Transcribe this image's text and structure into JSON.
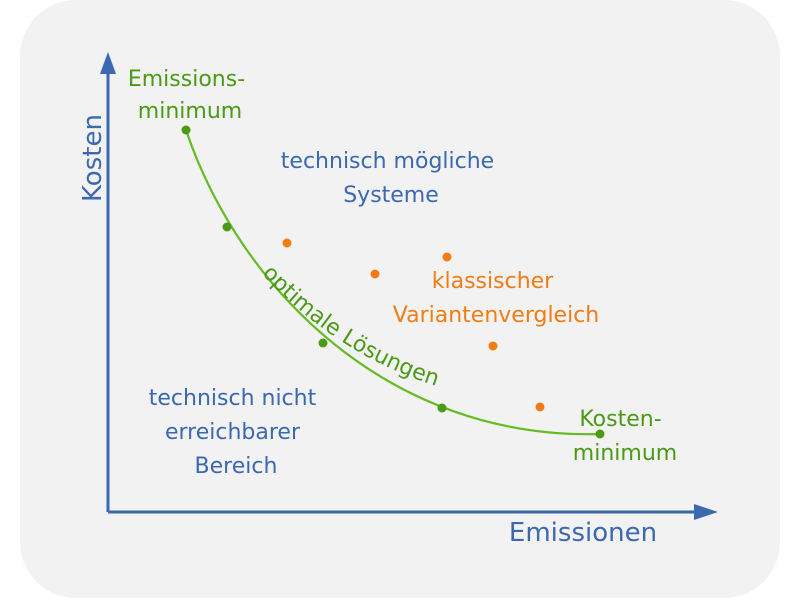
{
  "diagram": {
    "axes": {
      "y_label": "Kosten",
      "x_label": "Emissionen"
    },
    "annotations": {
      "emissions_minimum": [
        "Emissions-",
        "minimum"
      ],
      "kosten_minimum": [
        "Kosten-",
        "minimum"
      ],
      "feasible_region": [
        "technisch mögliche",
        "Systeme"
      ],
      "infeasible_region": [
        "technisch nicht",
        "erreichbarer",
        "Bereich"
      ],
      "classic_comparison": [
        "klassischer",
        "Variantenvergleich"
      ],
      "pareto_front": "optimale Lösungen"
    },
    "colors": {
      "axis": "#3b68b0",
      "region_text": "#3b68b0",
      "pareto": "#66bb22",
      "pareto_dot": "#4a9a18",
      "classic": "#f07d14",
      "panel_background": "#f2f2f2"
    }
  }
}
